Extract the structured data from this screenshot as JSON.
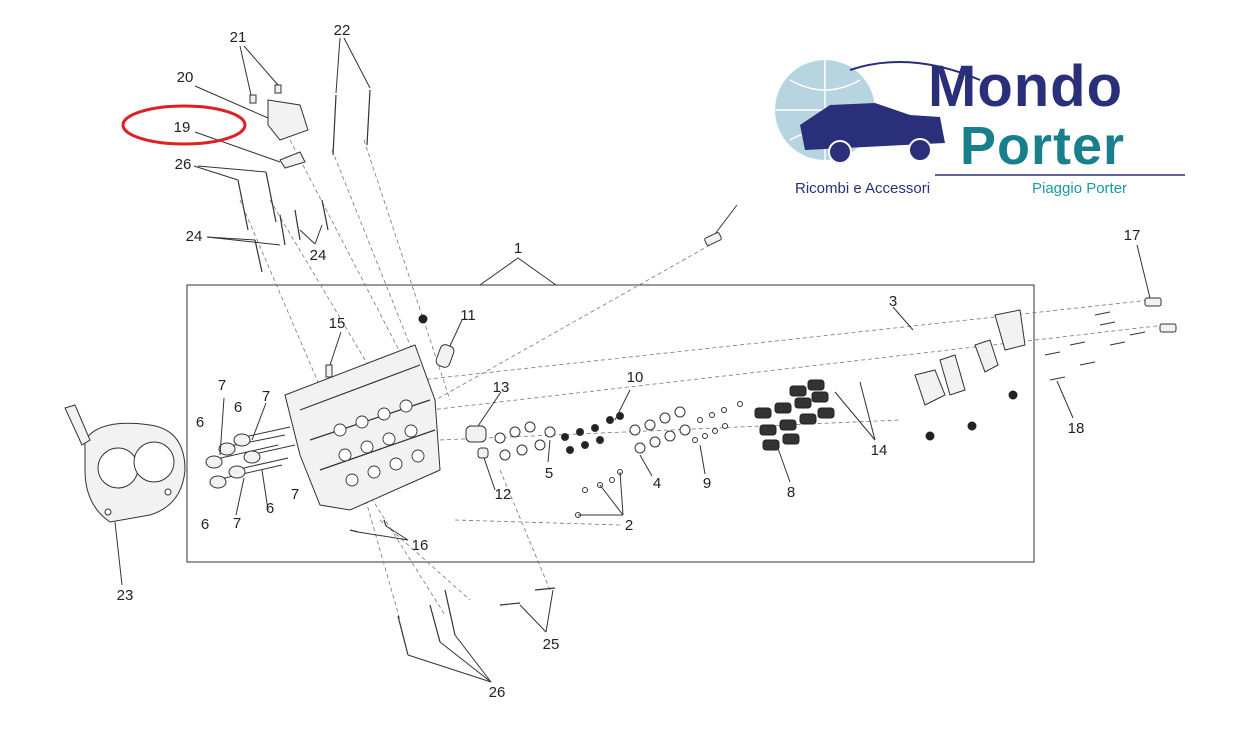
{
  "diagram": {
    "callouts": [
      {
        "id": "c1",
        "label": "1"
      },
      {
        "id": "c2",
        "label": "2"
      },
      {
        "id": "c3",
        "label": "3"
      },
      {
        "id": "c4",
        "label": "4"
      },
      {
        "id": "c5",
        "label": "5"
      },
      {
        "id": "c6a",
        "label": "6"
      },
      {
        "id": "c6b",
        "label": "6"
      },
      {
        "id": "c6c",
        "label": "6"
      },
      {
        "id": "c6d",
        "label": "6"
      },
      {
        "id": "c7a",
        "label": "7"
      },
      {
        "id": "c7b",
        "label": "7"
      },
      {
        "id": "c7c",
        "label": "7"
      },
      {
        "id": "c7d",
        "label": "7"
      },
      {
        "id": "c8",
        "label": "8"
      },
      {
        "id": "c9",
        "label": "9"
      },
      {
        "id": "c10",
        "label": "10"
      },
      {
        "id": "c11",
        "label": "11"
      },
      {
        "id": "c12",
        "label": "12"
      },
      {
        "id": "c13",
        "label": "13"
      },
      {
        "id": "c14",
        "label": "14"
      },
      {
        "id": "c15",
        "label": "15"
      },
      {
        "id": "c16",
        "label": "16"
      },
      {
        "id": "c17",
        "label": "17"
      },
      {
        "id": "c18",
        "label": "18"
      },
      {
        "id": "c19",
        "label": "19"
      },
      {
        "id": "c20",
        "label": "20"
      },
      {
        "id": "c21",
        "label": "21"
      },
      {
        "id": "c22",
        "label": "22"
      },
      {
        "id": "c23",
        "label": "23"
      },
      {
        "id": "c24a",
        "label": "24"
      },
      {
        "id": "c24b",
        "label": "24"
      },
      {
        "id": "c25",
        "label": "25"
      },
      {
        "id": "c26a",
        "label": "26"
      },
      {
        "id": "c26b",
        "label": "26"
      }
    ],
    "highlight_color": "#e02020"
  },
  "logo": {
    "line1": "Mondo",
    "line2": "Porter",
    "tagline_left": "Ricombi e Accessori",
    "tagline_right": "Piaggio Porter",
    "colors": {
      "navy": "#2a2f7a",
      "teal": "#1a7f8c",
      "globe": "#9fc7d6"
    }
  }
}
